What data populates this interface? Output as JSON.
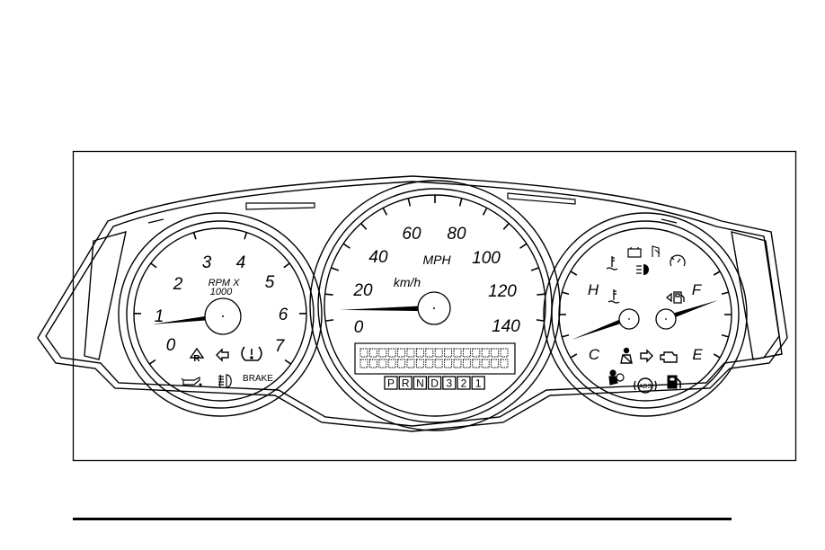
{
  "tachometer": {
    "ticks": [
      "0",
      "1",
      "2",
      "3",
      "4",
      "5",
      "6",
      "7"
    ],
    "label_line1": "RPM X",
    "label_line2": "1000",
    "brake_label": "BRAKE",
    "needle_value": 0.8
  },
  "speedometer": {
    "mph_ticks": [
      "0",
      "20",
      "40",
      "60",
      "80",
      "100",
      "120",
      "140"
    ],
    "mph_label": "MPH",
    "kmh_label": "km/h",
    "needle_value": 0
  },
  "gear_indicator": [
    "P",
    "R",
    "N",
    "D",
    "3",
    "2",
    "1"
  ],
  "temperature_gauge": {
    "hot_label": "H",
    "cold_label": "C"
  },
  "fuel_gauge": {
    "full_label": "F",
    "empty_label": "E"
  },
  "icons": [
    "tire-pressure-icon",
    "turn-signal-left-icon",
    "oil-pressure-icon",
    "fog-lamp-icon",
    "security-icon",
    "coolant-temperature-icon",
    "battery-icon",
    "high-beam-icon",
    "traction-control-icon",
    "door-ajar-icon",
    "fuel-door-icon",
    "airbag-icon",
    "seatbelt-icon",
    "turn-signal-right-icon",
    "check-engine-icon",
    "abs-icon",
    "low-fuel-icon"
  ],
  "colors": {
    "ink": "#000000",
    "paper": "#ffffff"
  }
}
